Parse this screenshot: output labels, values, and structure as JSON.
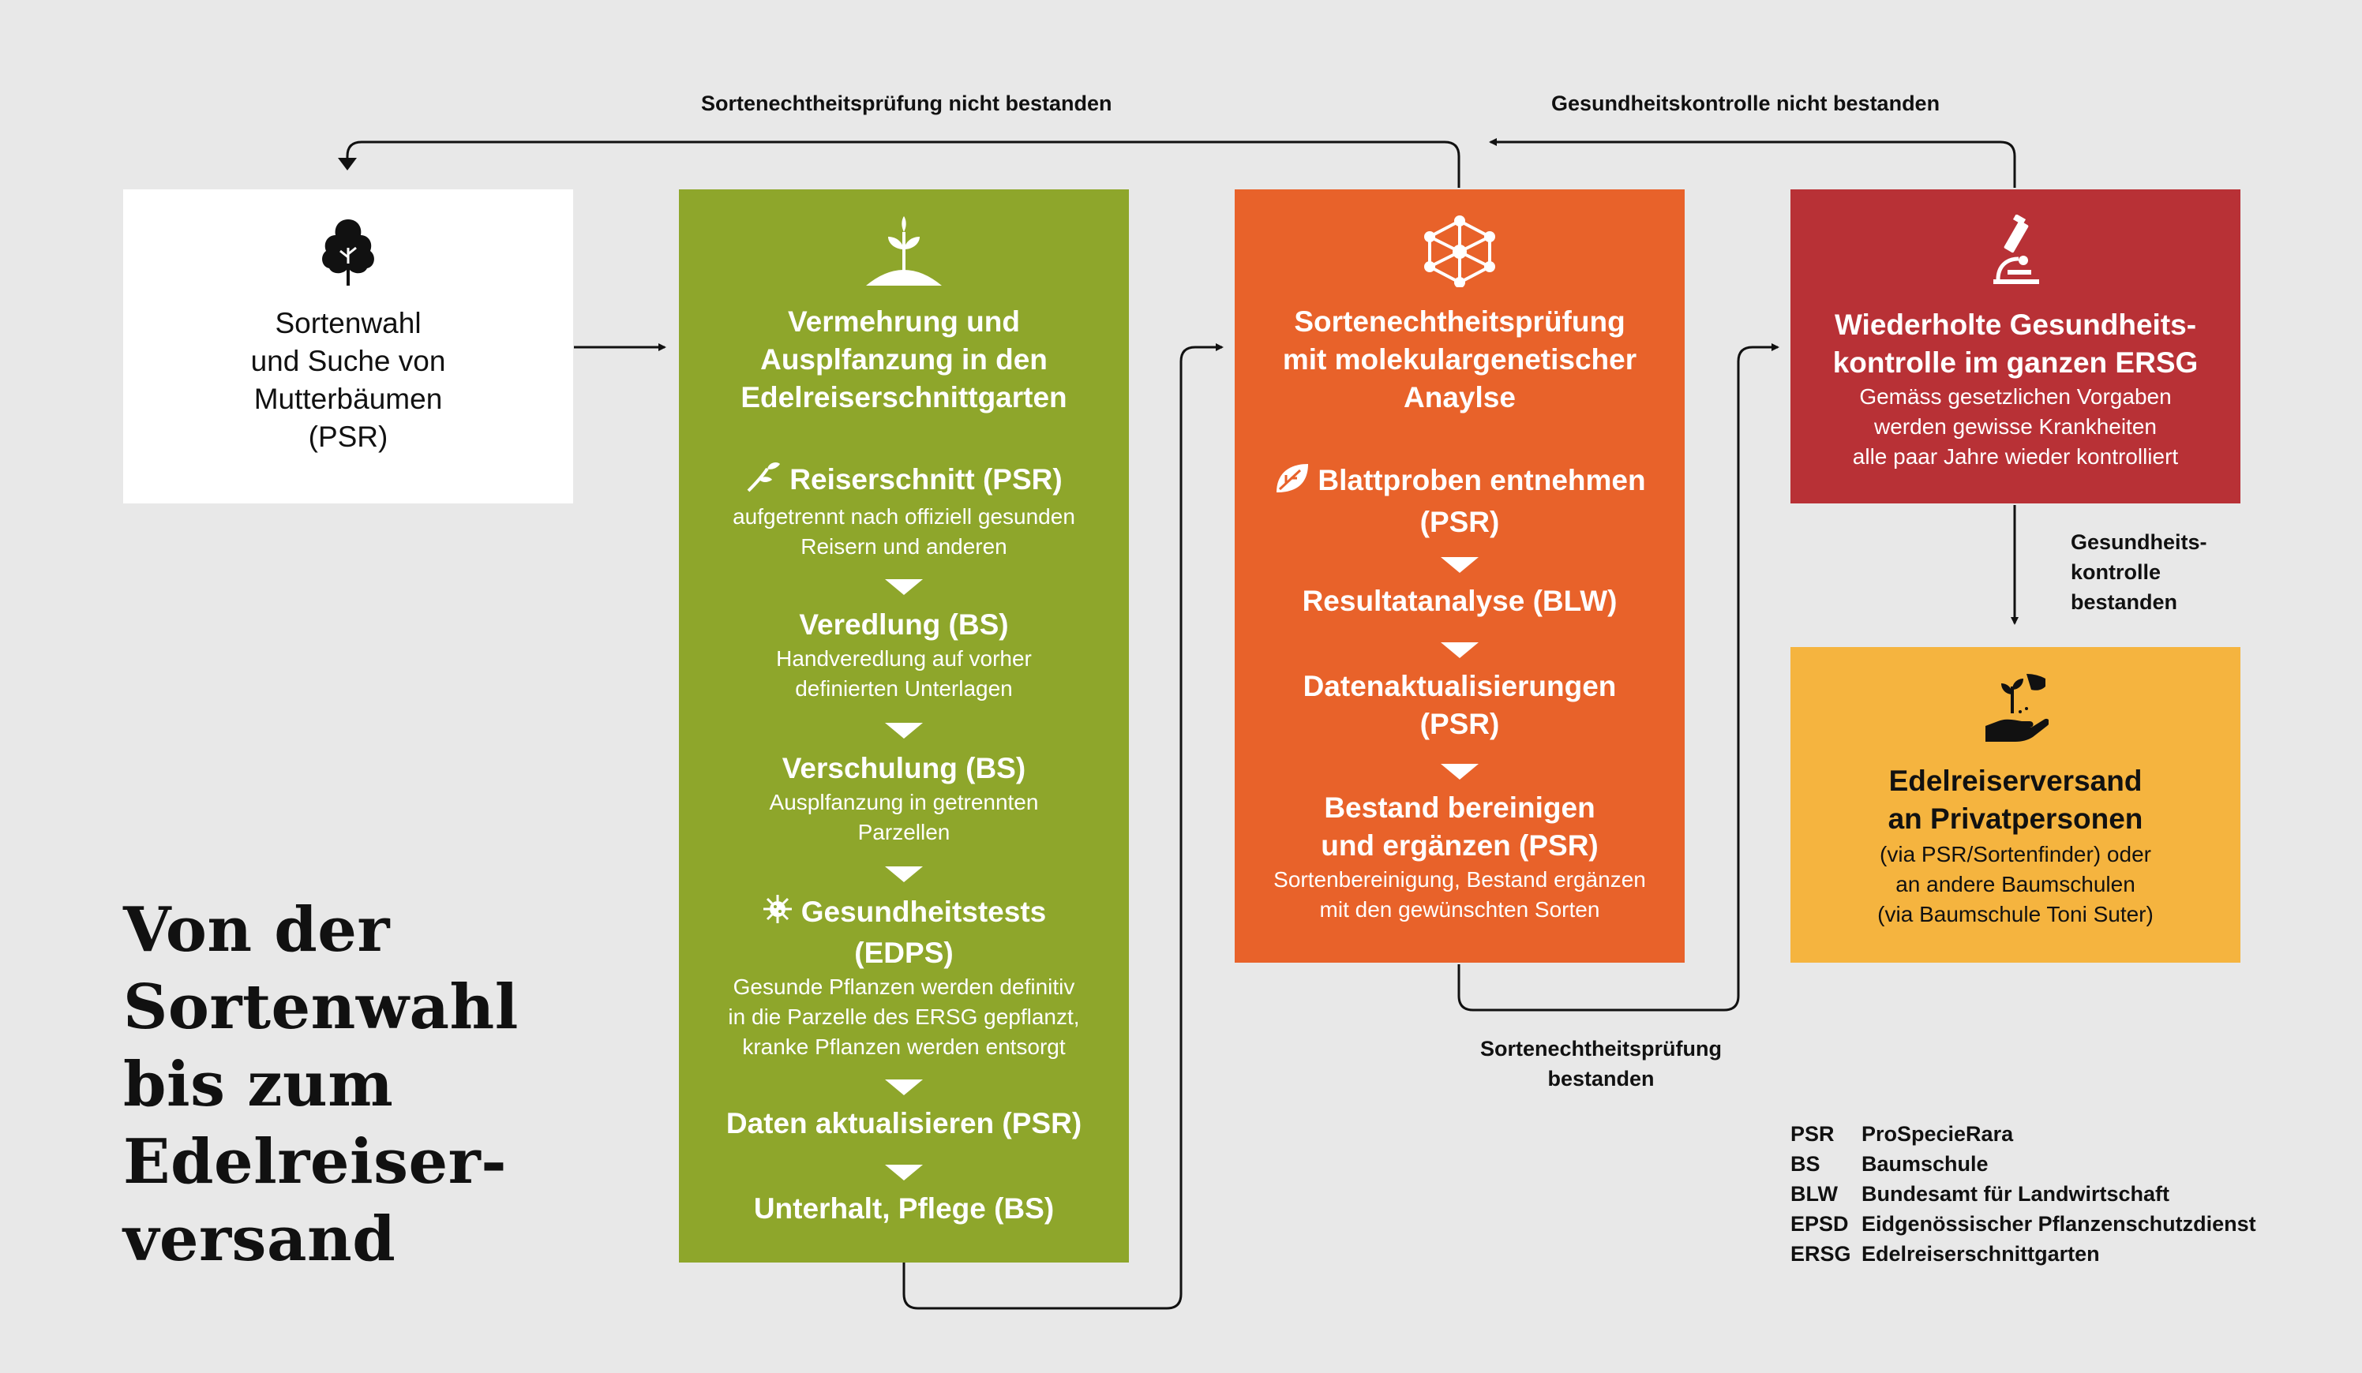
{
  "title_lines": [
    "Von der",
    "Sortenwahl",
    "bis zum",
    "Edelreiser-",
    "versand"
  ],
  "colors": {
    "green": "#8ea62b",
    "orange": "#e8622a",
    "red": "#b83136",
    "yellow": "#f5b43f",
    "white": "#ffffff",
    "background": "#e8e8e8"
  },
  "box1": {
    "icon": "tree-icon",
    "lines": [
      "Sortenwahl",
      "und Suche von",
      "Mutterbäumen",
      "(PSR)"
    ]
  },
  "box2": {
    "icon": "sprout-icon",
    "heading_lines": [
      "Vermehrung und",
      "Ausplfanzung in den",
      "Edelreiserschnittgarten"
    ],
    "steps": [
      {
        "icon": "scion-icon",
        "title": "Reiserschnitt (PSR)",
        "desc": [
          "aufgetrennt nach offiziell gesunden",
          "Reisern und anderen"
        ]
      },
      {
        "title": "Veredlung (BS)",
        "desc": [
          "Handveredlung auf vorher",
          "definierten Unterlagen"
        ]
      },
      {
        "title": "Verschulung (BS)",
        "desc": [
          "Ausplfanzung in getrennten",
          "Parzellen"
        ]
      },
      {
        "icon": "virus-icon",
        "title": "Gesundheitstests",
        "title2": "(EDPS)",
        "desc": [
          "Gesunde Pflanzen werden definitiv",
          "in die Parzelle des ERSG gepflanzt,",
          "kranke Pflanzen werden entsorgt"
        ]
      },
      {
        "title": "Daten aktualisieren (PSR)",
        "desc": []
      },
      {
        "title": "Unterhalt, Pflege (BS)",
        "desc": []
      }
    ]
  },
  "box3": {
    "icon": "molecule-network-icon",
    "heading_lines": [
      "Sortenechtheitsprüfung",
      "mit molekulargenetischer",
      "Anaylse"
    ],
    "steps": [
      {
        "icon": "leaf-icon",
        "title": "Blattproben entnehmen",
        "title2": "(PSR)",
        "desc": []
      },
      {
        "title": "Resultatanalyse (BLW)",
        "desc": []
      },
      {
        "title": "Datenaktualisierungen",
        "title2": "(PSR)",
        "desc": []
      },
      {
        "title": "Bestand bereinigen",
        "title2": "und ergänzen (PSR)",
        "desc": [
          "Sortenbereinigung, Bestand ergänzen",
          "mit den gewünschten Sorten"
        ]
      }
    ]
  },
  "box4": {
    "icon": "microscope-icon",
    "heading_lines": [
      "Wiederholte Gesundheits-",
      "kontrolle im ganzen ERSG"
    ],
    "desc": [
      "Gemäss gesetzlichen Vorgaben",
      "werden gewisse Krankheiten",
      "alle paar Jahre wieder kontrolliert"
    ]
  },
  "box5": {
    "icon": "hand-plant-icon",
    "heading_lines": [
      "Edelreiserversand",
      "an Privatpersonen"
    ],
    "desc": [
      "(via PSR/Sortenfinder) oder",
      "an andere Baumschulen",
      "(via Baumschule Toni Suter)"
    ]
  },
  "labels": {
    "sorten_fail": "Sortenechtheitsprüfung nicht bestanden",
    "gesund_fail": "Gesundheitskontrolle nicht bestanden",
    "gesund_pass": [
      "Gesundheits-",
      "kontrolle",
      "bestanden"
    ],
    "sorten_pass": [
      "Sortenechtheitsprüfung",
      "bestanden"
    ]
  },
  "legend": [
    {
      "abbr": "PSR",
      "full": "ProSpecieRara"
    },
    {
      "abbr": "BS",
      "full": "Baumschule"
    },
    {
      "abbr": "BLW",
      "full": "Bundesamt für Landwirtschaft"
    },
    {
      "abbr": "EPSD",
      "full": "Eidgenössischer Pflanzenschutzdienst"
    },
    {
      "abbr": "ERSG",
      "full": "Edelreiserschnittgarten"
    }
  ]
}
